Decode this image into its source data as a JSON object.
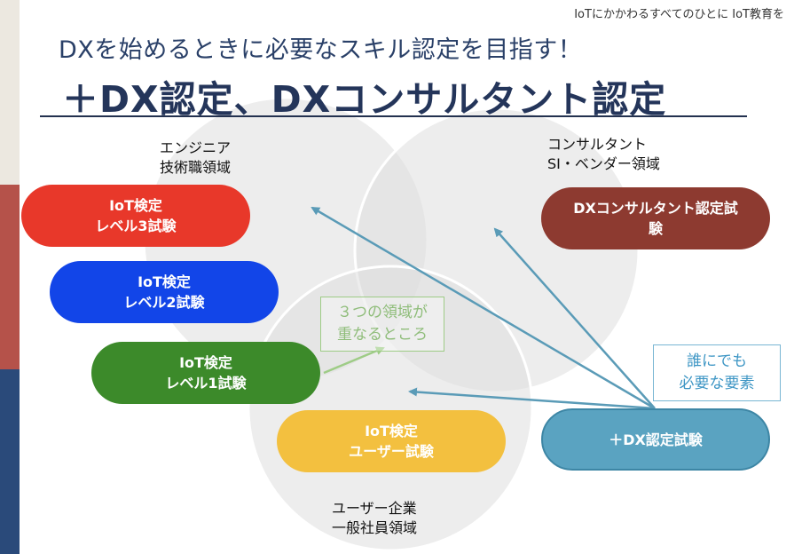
{
  "header": {
    "tagline": "IoTにかかわるすべてのひとに IoT教育を",
    "subtitle": "DXを始めるときに必要なスキル認定を目指す！",
    "title": "＋DX認定、DXコンサルタント認定"
  },
  "regions": {
    "engineer": {
      "line1": "エンジニア",
      "line2": "技術職領域"
    },
    "consultant": {
      "line1": "コンサルタント",
      "line2": "SI・ベンダー領域"
    },
    "user": {
      "line1": "ユーザー企業",
      "line2": "一般社員領域"
    }
  },
  "exams": {
    "level3": {
      "line1": "IoT検定",
      "line2": "レベル3試験",
      "color": "#e8382a"
    },
    "level2": {
      "line1": "IoT検定",
      "line2": "レベル2試験",
      "color": "#1245e8"
    },
    "level1": {
      "line1": "IoT検定",
      "line2": "レベル1試験",
      "color": "#3c8a2a"
    },
    "user": {
      "line1": "IoT検定",
      "line2": "ユーザー試験",
      "color": "#f3c03f"
    },
    "dx_consultant": {
      "line1": "DXコンサルタント認定試",
      "line2": "験",
      "color": "#8d3a30"
    },
    "dx": {
      "line1": "＋DX認定試験",
      "color": "#5aa3c1"
    }
  },
  "callouts": {
    "overlap": {
      "line1": "３つの領域が",
      "line2": "重なるところ"
    },
    "everyone": {
      "line1": "誰にでも",
      "line2": "必要な要素"
    }
  },
  "colors": {
    "title": "#24355a",
    "arrow": "#5a9bb7",
    "sidebar": [
      "#ece8e0",
      "#b5524a",
      "#2a4a7a"
    ]
  }
}
